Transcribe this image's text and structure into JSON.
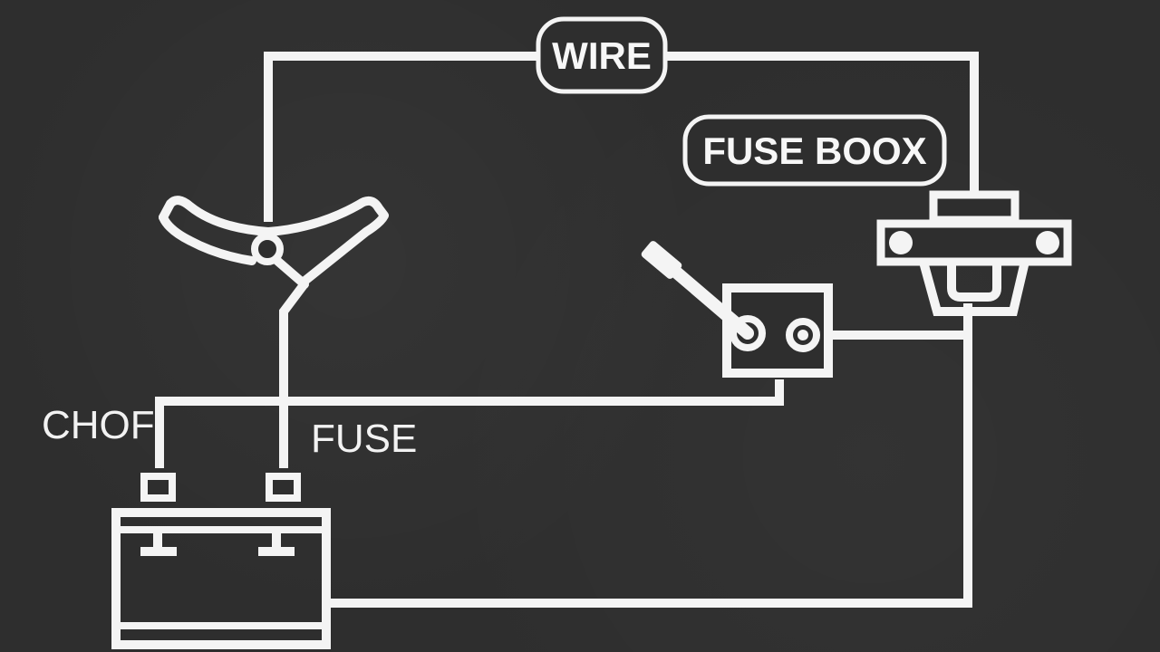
{
  "labels": {
    "wire": "WIRE",
    "fuse_box": "FUSE BOOX",
    "chof": "CHOF",
    "fuse": "FUSE"
  },
  "colors": {
    "background": "#2e2e2e",
    "lines": "#f4f4f4"
  },
  "icons": [
    "steering-handle-icon",
    "toggle-switch-icon",
    "fuse-box-icon",
    "battery-icon"
  ]
}
